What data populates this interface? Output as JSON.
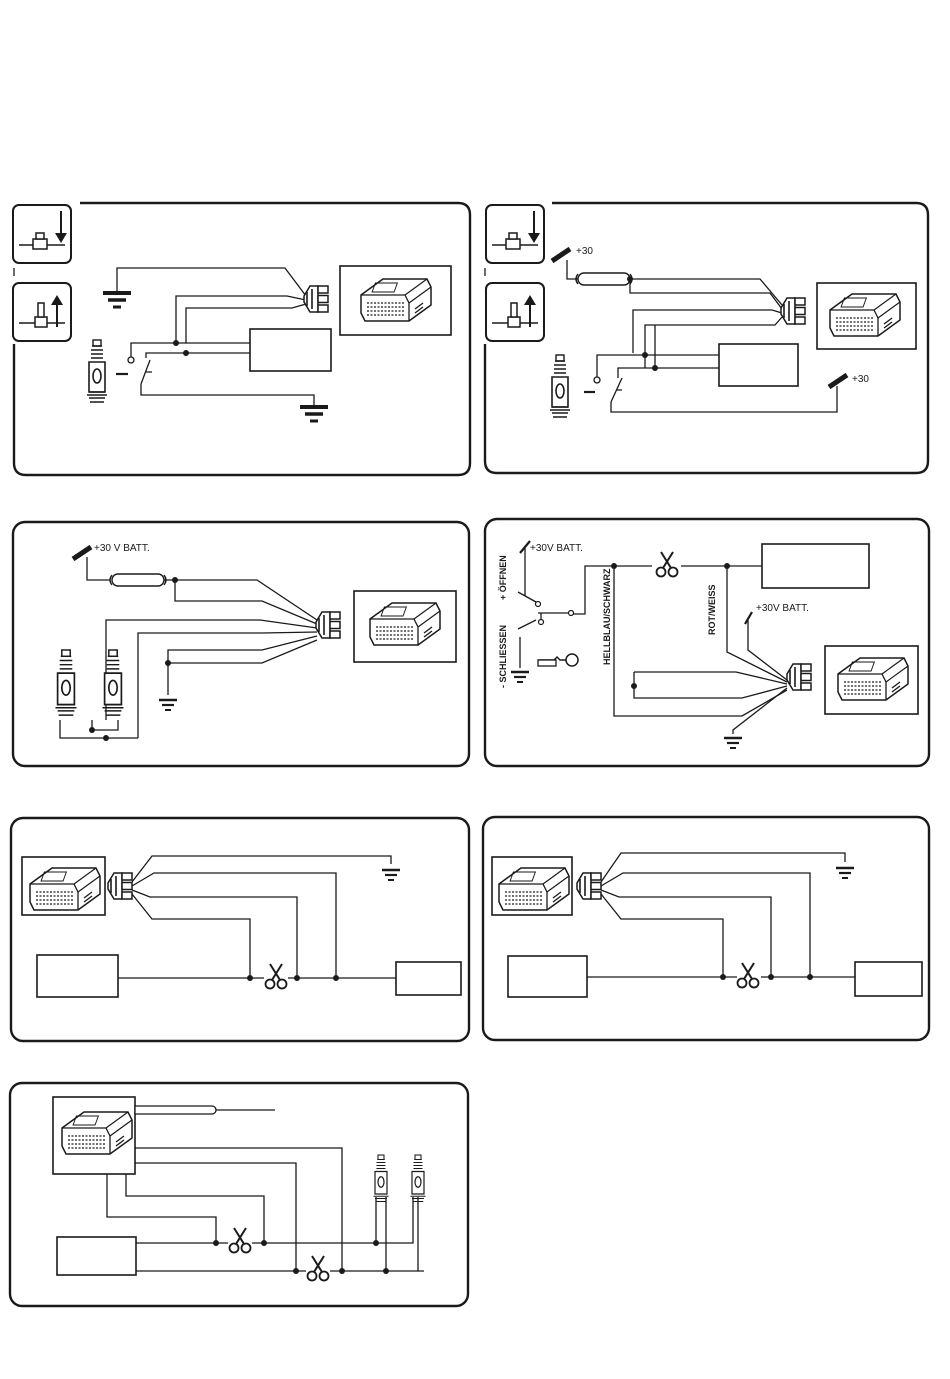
{
  "labels": {
    "plus30_a": "+30",
    "plus30_b": "+30",
    "batt_30v_space": "+30 V BATT.",
    "batt_30v_1": "+30V BATT.",
    "batt_30v_2": "+30V BATT.",
    "oeffnen": "+ ÖFFNEN",
    "schliessen": "- SCHLIESSEN",
    "hellblau_schwarz": "HELLBLAU/SCHWARZ",
    "rot_weiss": "ROT/WEISS"
  },
  "colors": {
    "line": "#1a1a1a",
    "background": "#ffffff"
  }
}
